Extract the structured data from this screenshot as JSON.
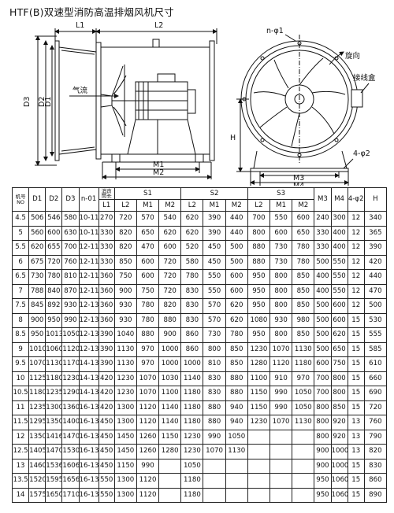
{
  "title": "HTF(B)双速型消防高温排烟风机尺寸",
  "drawing": {
    "side_view": {
      "labels": {
        "l1": "L1",
        "l2": "L2",
        "d3": "D3",
        "d2": "D2",
        "d1": "D1",
        "airflow": "气流",
        "m1": "M1",
        "m2": "M2"
      }
    },
    "front_view": {
      "labels": {
        "holes_top": "n-φ1",
        "rotation": "旋向",
        "junction_box": "接线盒",
        "h": "H",
        "holes_bottom": "4-φ2",
        "m3": "M3",
        "m4": "M4"
      }
    }
  },
  "table": {
    "headers": {
      "no": "机号NO",
      "d1": "D1",
      "d2": "D2",
      "d3": "D3",
      "n01": "n-01",
      "duct": "消声筒长",
      "l1": "L1",
      "s1": "S1",
      "s2": "S2",
      "s3": "S3",
      "l2": "L2",
      "m1": "M1",
      "m2": "M2",
      "m3": "M3",
      "m4": "M4",
      "phi2": "4-φ2",
      "h": "H"
    },
    "rows": [
      [
        "4.5",
        "506",
        "546",
        "580",
        "10-11",
        "270",
        "720",
        "570",
        "540",
        "620",
        "390",
        "440",
        "700",
        "550",
        "600",
        "240",
        "300",
        "12",
        "340"
      ],
      [
        "5",
        "560",
        "600",
        "630",
        "10-11",
        "330",
        "820",
        "650",
        "620",
        "620",
        "390",
        "440",
        "800",
        "600",
        "650",
        "330",
        "400",
        "12",
        "365"
      ],
      [
        "5.5",
        "620",
        "655",
        "700",
        "12-11",
        "330",
        "820",
        "470",
        "600",
        "520",
        "450",
        "500",
        "880",
        "730",
        "780",
        "330",
        "400",
        "12",
        "390"
      ],
      [
        "6",
        "675",
        "720",
        "760",
        "12-11",
        "330",
        "850",
        "600",
        "720",
        "580",
        "450",
        "500",
        "880",
        "730",
        "780",
        "500",
        "550",
        "12",
        "420"
      ],
      [
        "6.5",
        "730",
        "780",
        "810",
        "12-11",
        "360",
        "750",
        "600",
        "720",
        "780",
        "550",
        "600",
        "950",
        "800",
        "850",
        "400",
        "550",
        "12",
        "440"
      ],
      [
        "7",
        "788",
        "840",
        "870",
        "12-11",
        "360",
        "900",
        "750",
        "720",
        "830",
        "550",
        "600",
        "950",
        "800",
        "850",
        "400",
        "550",
        "12",
        "470"
      ],
      [
        "7.5",
        "845",
        "892",
        "930",
        "12-13",
        "360",
        "930",
        "780",
        "820",
        "830",
        "570",
        "620",
        "950",
        "800",
        "850",
        "500",
        "600",
        "12",
        "500"
      ],
      [
        "8",
        "900",
        "950",
        "990",
        "12-13",
        "360",
        "930",
        "780",
        "880",
        "830",
        "570",
        "620",
        "1080",
        "930",
        "980",
        "500",
        "600",
        "15",
        "530"
      ],
      [
        "8.5",
        "950",
        "1013",
        "1050",
        "12-13",
        "390",
        "1040",
        "880",
        "900",
        "860",
        "730",
        "780",
        "950",
        "800",
        "850",
        "500",
        "620",
        "15",
        "555"
      ],
      [
        "9",
        "1010",
        "1060",
        "1120",
        "12-13",
        "390",
        "1130",
        "970",
        "1000",
        "860",
        "800",
        "850",
        "1230",
        "1070",
        "1130",
        "500",
        "650",
        "15",
        "585"
      ],
      [
        "9.5",
        "1070",
        "1130",
        "1170",
        "14-13",
        "390",
        "1130",
        "970",
        "1000",
        "1000",
        "810",
        "850",
        "1280",
        "1120",
        "1180",
        "600",
        "750",
        "15",
        "610"
      ],
      [
        "10",
        "1125",
        "1180",
        "1230",
        "14-13",
        "420",
        "1230",
        "1070",
        "1030",
        "1140",
        "830",
        "880",
        "1100",
        "910",
        "970",
        "700",
        "800",
        "15",
        "660"
      ],
      [
        "10.5",
        "1180",
        "1235",
        "1290",
        "14-13",
        "420",
        "1230",
        "1070",
        "1100",
        "1180",
        "830",
        "880",
        "1150",
        "990",
        "1050",
        "700",
        "800",
        "15",
        "690"
      ],
      [
        "11",
        "1235",
        "1300",
        "1360",
        "16-13",
        "420",
        "1300",
        "1120",
        "1140",
        "1180",
        "880",
        "940",
        "1150",
        "990",
        "1050",
        "800",
        "850",
        "15",
        "720"
      ],
      [
        "11.5",
        "1295",
        "1350",
        "1400",
        "16-13",
        "450",
        "1300",
        "1120",
        "1140",
        "1180",
        "880",
        "940",
        "1230",
        "1070",
        "1130",
        "800",
        "920",
        "13",
        "760"
      ],
      [
        "12",
        "1350",
        "1416",
        "1470",
        "16-13",
        "450",
        "1450",
        "1260",
        "1150",
        "1230",
        "990",
        "1050",
        "",
        "",
        "",
        "800",
        "920",
        "13",
        "790"
      ],
      [
        "12.5",
        "1405",
        "1470",
        "1530",
        "16-13",
        "450",
        "1450",
        "1260",
        "1280",
        "1230",
        "1070",
        "1130",
        "",
        "",
        "",
        "900",
        "1000",
        "13",
        "820"
      ],
      [
        "13",
        "1460",
        "1536",
        "1606",
        "16-13",
        "450",
        "1150",
        "990",
        "",
        "1050",
        "",
        "",
        "",
        "",
        "",
        "900",
        "1000",
        "15",
        "830"
      ],
      [
        "13.5",
        "1520",
        "1595",
        "1656",
        "16-13",
        "550",
        "1300",
        "1120",
        "",
        "1180",
        "",
        "",
        "",
        "",
        "",
        "950",
        "1060",
        "15",
        "860"
      ],
      [
        "14",
        "1575",
        "1650",
        "1710",
        "16-13",
        "550",
        "1300",
        "1120",
        "",
        "1180",
        "",
        "",
        "",
        "",
        "",
        "950",
        "1060",
        "15",
        "890"
      ]
    ]
  }
}
